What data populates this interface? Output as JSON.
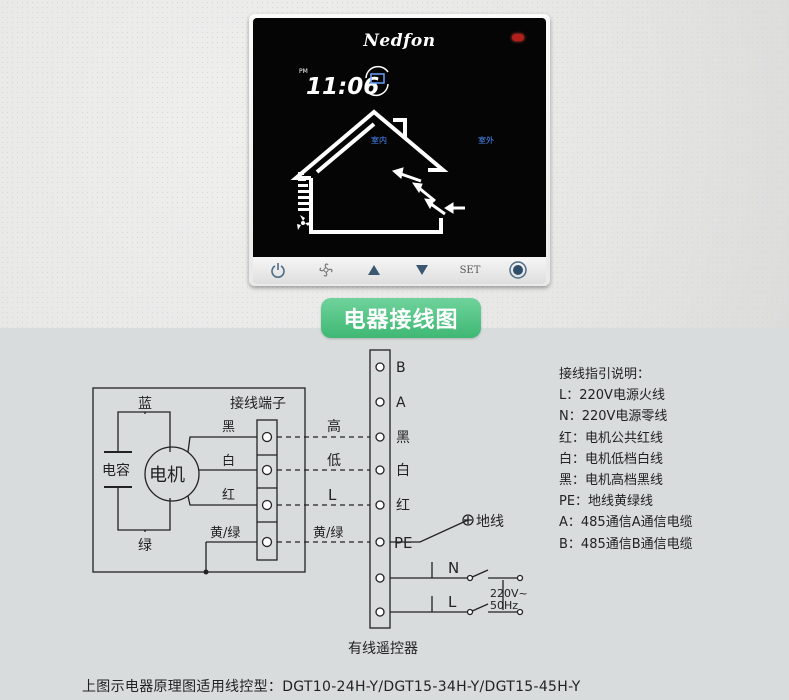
{
  "device": {
    "brand": "Nedfon",
    "time": "11:06",
    "period": "PM",
    "indoor": "室内",
    "outdoor": "室外",
    "set_key": "SET",
    "keys": [
      "power",
      "fan",
      "up",
      "down",
      "set",
      "mode"
    ]
  },
  "section_title": "电器接线图",
  "diagram": {
    "controller_label": "有线遥控器",
    "terminal_block_label": "接线端子",
    "motor_label": "电机",
    "capacitor_label": "电容",
    "wire_blue": "蓝",
    "wire_green": "绿",
    "term_black": "黑",
    "term_white": "白",
    "term_red": "红",
    "term_yg": "黄/绿",
    "mid_high": "高",
    "mid_low": "低",
    "mid_L": "L",
    "mid_yg": "黄/绿",
    "ctrl_terms": [
      "B",
      "A",
      "黑",
      "白",
      "红",
      "PE"
    ],
    "ground_label": "地线",
    "n_label": "N",
    "l_label": "L",
    "supply_v": "220V~",
    "supply_hz": "50Hz"
  },
  "notes": {
    "title": "接线指引说明：",
    "items": [
      "L：220V电源火线",
      "N：220V电源零线",
      "红：电机公共红线",
      "白：电机低档白线",
      "黑：电机高档黑线",
      "PE：地线黄绿线",
      "A：485通信A通信电缆",
      "B：485通信B通信电缆"
    ]
  },
  "footer": "上图示电器原理图适用线控型：DGT10-24H-Y/DGT15-34H-Y/DGT15-45H-Y",
  "colors": {
    "accent_green": "#3fb874",
    "screen": "#050505",
    "led": "#b3201b",
    "line": "#222222"
  }
}
